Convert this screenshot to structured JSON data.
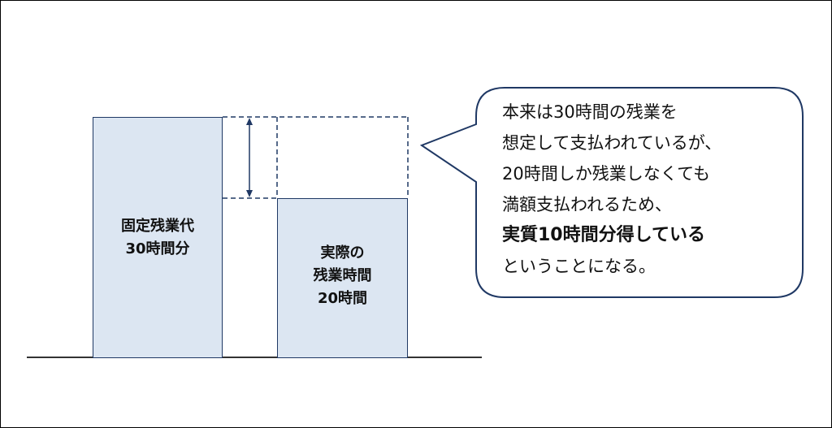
{
  "bars": {
    "fixed": {
      "label_line1": "固定残業代",
      "label_line2": "30時間分",
      "hours": 30
    },
    "actual": {
      "label_line1": "実際の",
      "label_line2": "残業時間",
      "label_line3": "20時間",
      "hours": 20
    }
  },
  "callout": {
    "line1": "本来は30時間の残業を",
    "line2": "想定して支払われているが、",
    "line3": "20時間しか残業しなくても",
    "line4": "満額支払われるため、",
    "line5_bold": "実質10時間分得している",
    "line6": "ということになる。"
  },
  "colors": {
    "bar_fill": "#dce6f2",
    "bar_border": "#1f3864",
    "dash": "#1f3864",
    "arrow": "#1f3864"
  }
}
